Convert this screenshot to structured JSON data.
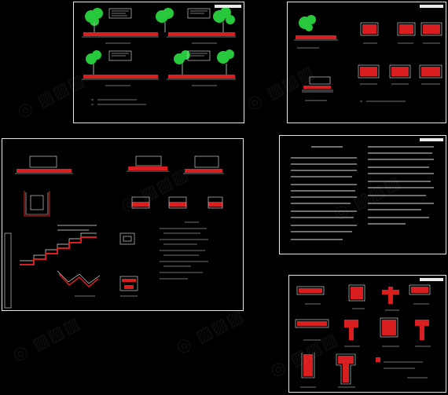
{
  "canvas": {
    "background": "#000000"
  },
  "palette": {
    "border": "#e8e8e8",
    "hatch_red": "#d81e1e",
    "green": "#28c83c",
    "text_white": "#dcdcdc",
    "soil": "#a01414"
  },
  "sheets": [
    {
      "id": "sheet-top-left",
      "content": "road-sections-with-trees"
    },
    {
      "id": "sheet-top-right",
      "content": "pavement-details"
    },
    {
      "id": "sheet-middle-left",
      "content": "steps-and-ramp-sections"
    },
    {
      "id": "sheet-middle-right",
      "content": "construction-notes"
    },
    {
      "id": "sheet-bottom-right",
      "content": "curb-joint-details"
    }
  ],
  "watermark": {
    "icon": "logo-watermark"
  }
}
